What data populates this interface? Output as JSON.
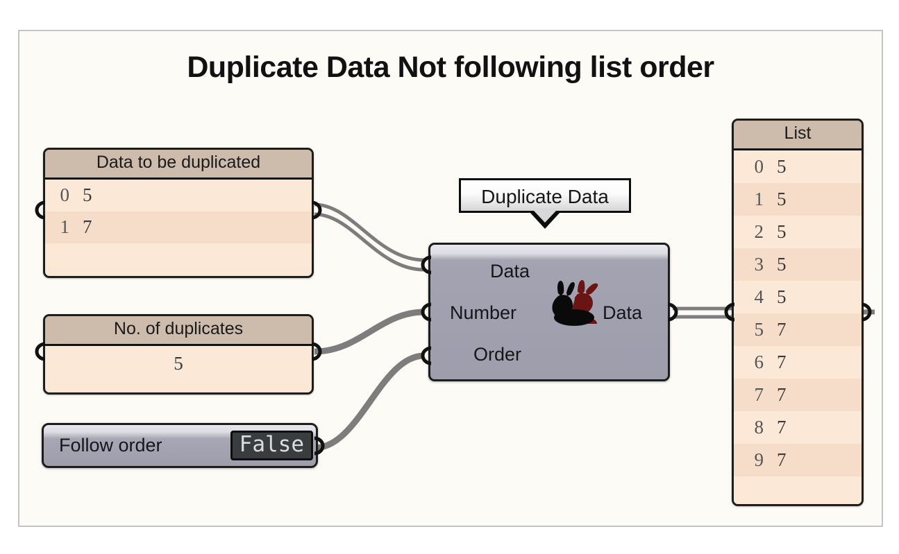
{
  "canvas": {
    "title": "Duplicate Data Not following list order",
    "background_color": "#fdfbf5",
    "border_color": "#c4c4c4",
    "wire_color": "#7d7d7d"
  },
  "input_panels": [
    {
      "name": "data-to-be-duplicated",
      "header": "Data to be duplicated",
      "rows": [
        {
          "index": "0",
          "value": "5"
        },
        {
          "index": "1",
          "value": "7"
        },
        {
          "index": "",
          "value": ""
        }
      ]
    },
    {
      "name": "no-of-duplicates",
      "header": "No. of duplicates",
      "rows": [
        {
          "index": "",
          "value": "5"
        }
      ]
    }
  ],
  "boolean_toggle": {
    "label": "Follow order",
    "value": "False"
  },
  "component": {
    "tooltip": "Duplicate Data",
    "icon": "rabbit-icon",
    "inputs": [
      "Data",
      "Number",
      "Order"
    ],
    "outputs": [
      "Data"
    ],
    "body_color": "#9d9dac",
    "icon_colors": {
      "front": "#0a0a0a",
      "back": "#6b1414"
    }
  },
  "output_panel": {
    "header": "List",
    "rows": [
      {
        "index": "0",
        "value": "5"
      },
      {
        "index": "1",
        "value": "5"
      },
      {
        "index": "2",
        "value": "5"
      },
      {
        "index": "3",
        "value": "5"
      },
      {
        "index": "4",
        "value": "5"
      },
      {
        "index": "5",
        "value": "7"
      },
      {
        "index": "6",
        "value": "7"
      },
      {
        "index": "7",
        "value": "7"
      },
      {
        "index": "8",
        "value": "7"
      },
      {
        "index": "9",
        "value": "7"
      },
      {
        "index": "",
        "value": ""
      }
    ]
  }
}
